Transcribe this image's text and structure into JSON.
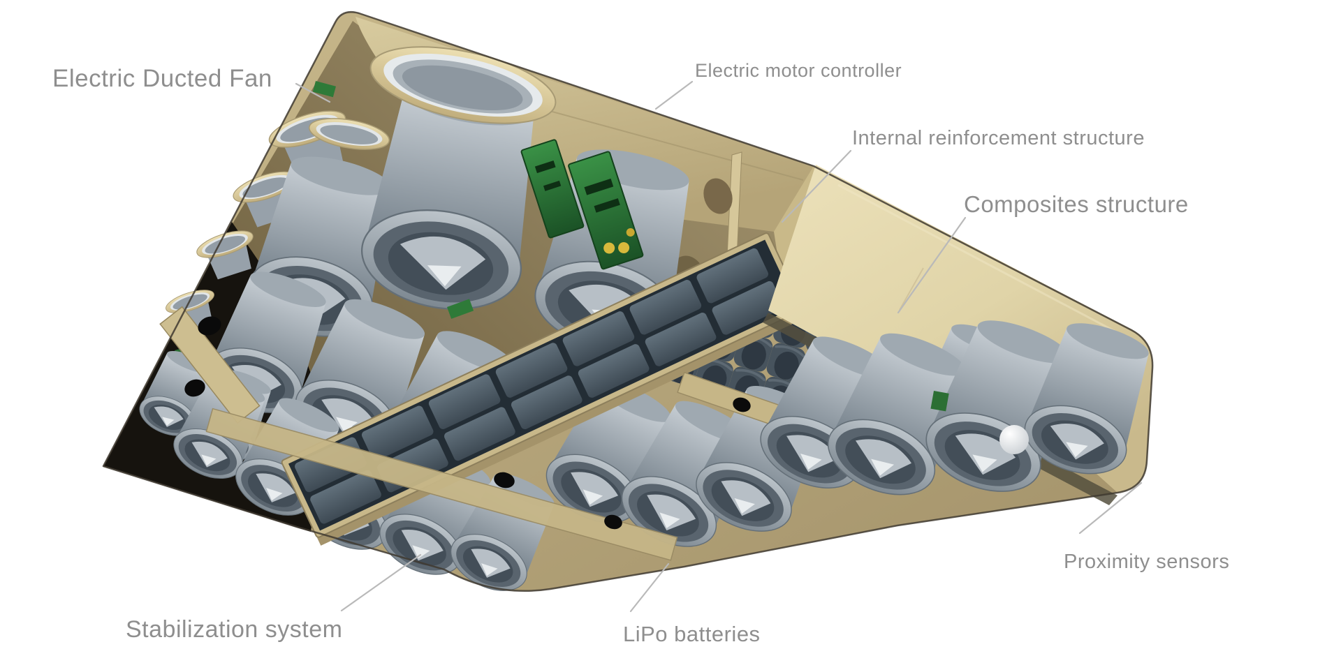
{
  "labels": [
    {
      "id": "electric-ducted-fan",
      "text": "Electric Ducted Fan"
    },
    {
      "id": "electric-motor-controller",
      "text": "Electric motor controller"
    },
    {
      "id": "internal-reinforcement-structure",
      "text": "Internal reinforcement structure"
    },
    {
      "id": "composites-structure",
      "text": "Composites structure"
    },
    {
      "id": "proximity-sensors",
      "text": "Proximity sensors"
    },
    {
      "id": "lipo-batteries",
      "text": "LiPo batteries"
    },
    {
      "id": "stabilization-system",
      "text": "Stabilization system"
    }
  ],
  "colors": {
    "background": "#ffffff",
    "label_text": "#8e8e8e",
    "leader_line": "#b9b9b9",
    "hull_tan": "#c3b286",
    "side_panel_beige": "#e3d8ae",
    "duct_gray": "#929ca5",
    "duct_interior": "#49545e",
    "battery_slate": "#4e5c68",
    "pcb_green": "#2e7a38",
    "shadow_black": "#16130e"
  }
}
